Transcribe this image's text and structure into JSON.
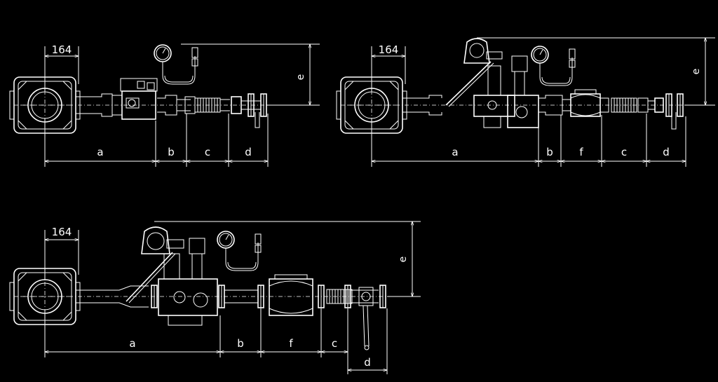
{
  "drawings": [
    {
      "id": "top-left",
      "labels": {
        "width": "164",
        "a": "a",
        "b": "b",
        "c": "c",
        "d": "d",
        "e": "e"
      }
    },
    {
      "id": "top-right",
      "labels": {
        "width": "164",
        "a": "a",
        "b": "b",
        "f": "f",
        "c": "c",
        "d": "d",
        "e": "e"
      }
    },
    {
      "id": "bottom",
      "labels": {
        "width": "164",
        "a": "a",
        "b": "b",
        "f": "f",
        "c": "c",
        "d": "d",
        "e": "e"
      }
    }
  ]
}
